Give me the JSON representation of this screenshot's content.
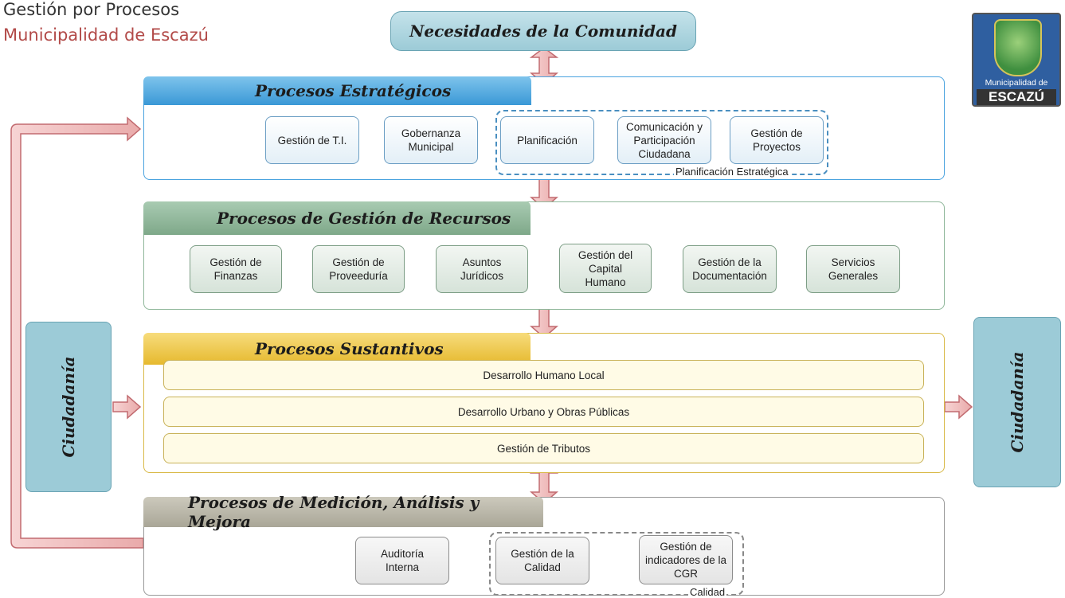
{
  "header": {
    "title": "Gestión por Procesos",
    "subtitle": "Municipalidad de Escazú"
  },
  "top_box": "Necesidades de la Comunidad",
  "logo": {
    "line1": "Municipalidad de",
    "line2": "ESCAZÚ"
  },
  "side_left": "Ciudadanía",
  "side_right": "Ciudadanía",
  "estrategicos": {
    "title": "Procesos Estratégicos",
    "boxes": [
      "Gestión de T.I.",
      "Gobernanza Municipal",
      "Planificación",
      "Comunicación y Participación Ciudadana",
      "Gestión de Proyectos"
    ],
    "group_label": "Planificación Estratégica"
  },
  "recursos": {
    "title": "Procesos de Gestión de Recursos",
    "boxes": [
      "Gestión de Finanzas",
      "Gestión de Proveeduría",
      "Asuntos Jurídicos",
      "Gestión del Capital Humano",
      "Gestión de la Documentación",
      "Servicios Generales"
    ]
  },
  "sustantivos": {
    "title": "Procesos Sustantivos",
    "bands": [
      "Desarrollo Humano Local",
      "Desarrollo Urbano y Obras Públicas",
      "Gestión de Tributos"
    ]
  },
  "medicion": {
    "title": "Procesos de Medición, Análisis y Mejora",
    "boxes": [
      "Auditoría Interna",
      "Gestión de la Calidad",
      "Gestión de indicadores de la CGR"
    ],
    "group_label": "Calidad"
  },
  "colors": {
    "estrategicos_tab": "#4aa3df",
    "recursos_tab": "#8fb79a",
    "sustantivos_tab": "#f0c94e",
    "medicion_tab": "#b7b5a6",
    "arrow_fill": "#f2c6c6",
    "arrow_stroke": "#c26b70"
  }
}
